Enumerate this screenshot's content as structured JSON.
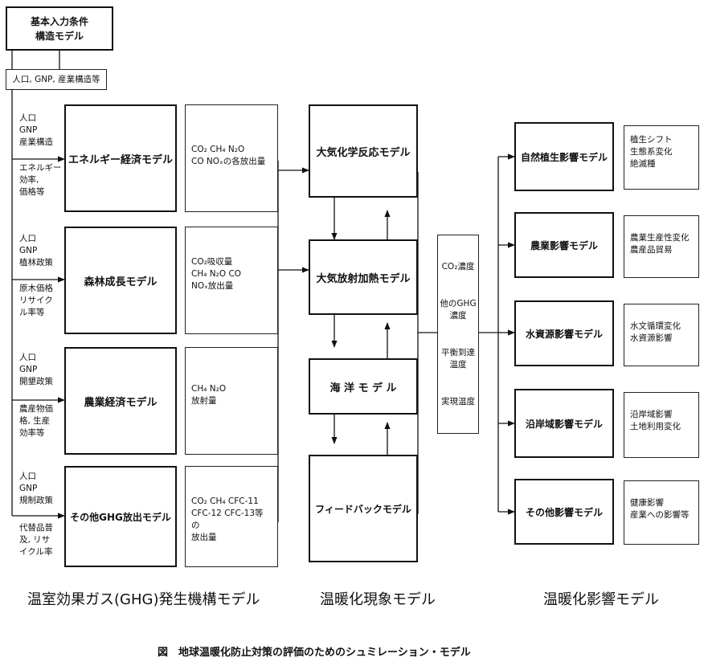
{
  "top_box": {
    "line1": "基本入力条件",
    "line2": "構造モデル"
  },
  "input_box": {
    "label": "人口, GNP, 産業構造等"
  },
  "emission_models": [
    {
      "name": "エネルギー経済モデル",
      "inputs_a": "人口\nGNP\n産業構造",
      "inputs_b": "エネルギー\n効率,\n価格等",
      "outputs": "CO₂  CH₄  N₂O\nCO  NOₓの各放出量"
    },
    {
      "name": "森林成長モデル",
      "inputs_a": "人口\nGNP\n植林政策",
      "inputs_b": "原木価格\nリサイク\nル率等",
      "outputs": "CO₂吸収量\nCH₄  N₂O  CO\nNOₓ放出量"
    },
    {
      "name": "農業経済モデル",
      "inputs_a": "人口\nGNP\n開墾政策",
      "inputs_b": "農産物価\n格, 生産\n効率等",
      "outputs": "CH₄  N₂O\n放射量"
    },
    {
      "name": "その他GHG放出モデル",
      "inputs_a": "人口\nGNP\n規制政策",
      "inputs_b": "代替品普\n及, リサ\nイクル率",
      "outputs": "CO₂  CH₄  CFC-11\nCFC-12  CFC-13等の\n放出量"
    }
  ],
  "phenomenon_models": [
    {
      "name": "大気化学反応モデル"
    },
    {
      "name": "大気放射加熱モデル"
    },
    {
      "name": "海 洋 モ デ ル"
    },
    {
      "name": "フィードバックモデル"
    }
  ],
  "middle_box": {
    "item1": "CO₂濃度",
    "item2": "他のGHG\n濃度",
    "item3": "平衡到達\n温度",
    "item4": "実現温度"
  },
  "impact_models": [
    {
      "name": "自然植生影響モデル",
      "outputs": "植生シフト\n生態系変化\n絶滅種"
    },
    {
      "name": "農業影響モデル",
      "outputs": "農業生産性変化\n農産品貿易"
    },
    {
      "name": "水資源影響モデル",
      "outputs": "水文循環変化\n水資源影響"
    },
    {
      "name": "沿岸域影響モデル",
      "outputs": "沿岸域影響\n土地利用変化"
    },
    {
      "name": "その他影響モデル",
      "outputs": "健康影響\n産業への影響等"
    }
  ],
  "section_titles": {
    "left": "温室効果ガス(GHG)発生機構モデル",
    "middle": "温暖化現象モデル",
    "right": "温暖化影響モデル"
  },
  "figure_caption": "図　地球温暖化防止対策の評価のためのシュミレーション・モデル"
}
